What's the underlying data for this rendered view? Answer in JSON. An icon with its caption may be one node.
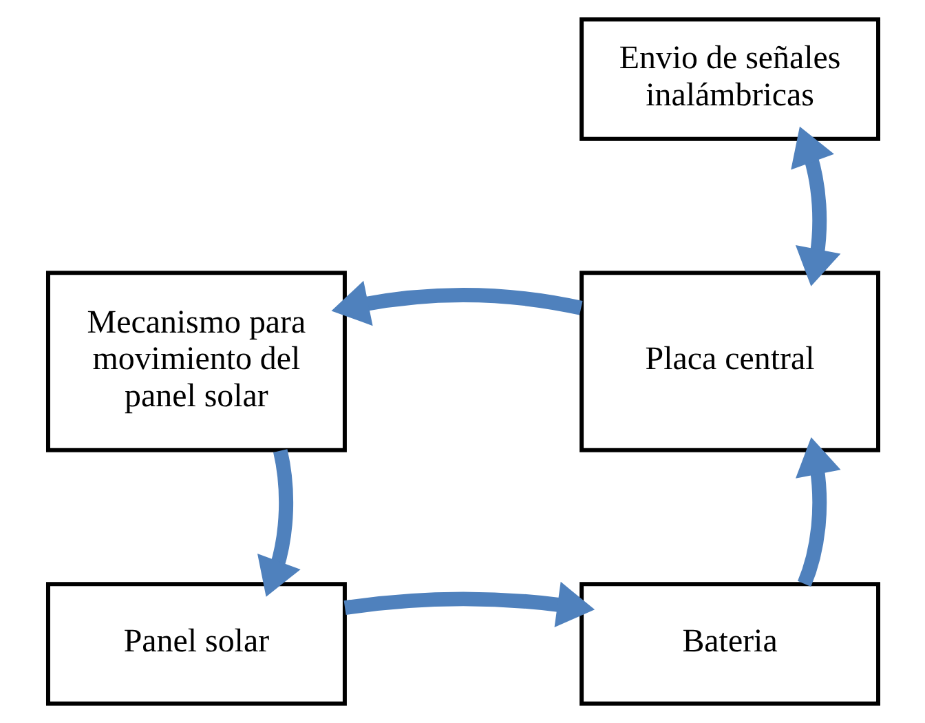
{
  "diagram": {
    "nodes": [
      {
        "text": [
          "Envio de señales inalámbricas"
        ]
      },
      {
        "text": [
          "Mecanismo para movimiento del panel solar"
        ]
      },
      {
        "text": [
          "Placa central"
        ]
      },
      {
        "text": [
          "Panel solar"
        ]
      },
      {
        "text": [
          "Bateria"
        ]
      }
    ],
    "edges": [
      {
        "from": 0,
        "to": 2,
        "arrow": "both"
      },
      {
        "from": 2,
        "to": 1,
        "arrow": "to"
      },
      {
        "from": 1,
        "to": 3,
        "arrow": "to"
      },
      {
        "from": 3,
        "to": 4,
        "arrow": "to"
      },
      {
        "from": 4,
        "to": 2,
        "arrow": "to"
      }
    ]
  }
}
